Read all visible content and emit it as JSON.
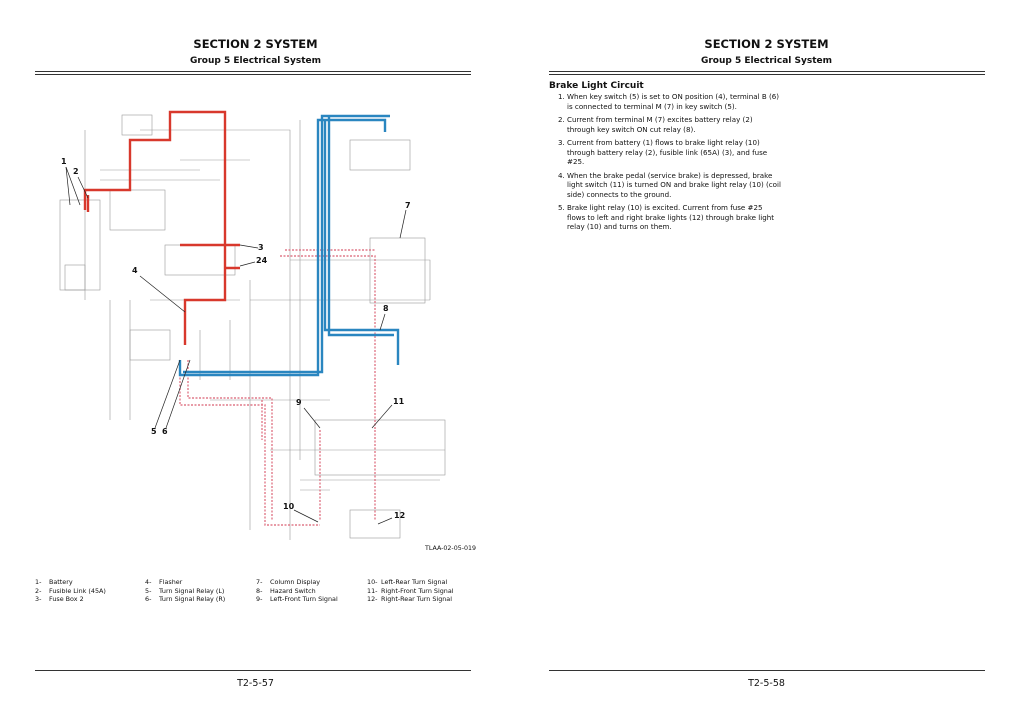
{
  "left_page": {
    "section": "SECTION 2 SYSTEM",
    "group": "Group 5 Electrical System",
    "figure_id": "TLAA-02-05-019",
    "callouts": [
      "1",
      "2",
      "3",
      "24",
      "4",
      "5",
      "6",
      "7",
      "8",
      "9",
      "11",
      "10",
      "12"
    ],
    "legend": [
      {
        "num": "1-",
        "label": "Battery"
      },
      {
        "num": "2-",
        "label": "Fusible Link (45A)"
      },
      {
        "num": "3-",
        "label": "Fuse Box 2"
      },
      {
        "num": "4-",
        "label": "Flasher"
      },
      {
        "num": "5-",
        "label": "Turn Signal Relay (L)"
      },
      {
        "num": "6-",
        "label": "Turn Signal Relay (R)"
      },
      {
        "num": "7-",
        "label": "Column Display"
      },
      {
        "num": "8-",
        "label": "Hazard Switch"
      },
      {
        "num": "9-",
        "label": "Left-Front Turn Signal"
      },
      {
        "num": "10-",
        "label": "Left-Rear Turn Signal"
      },
      {
        "num": "11-",
        "label": "Right-Front Turn Signal"
      },
      {
        "num": "12-",
        "label": "Right-Rear Turn Signal"
      }
    ],
    "page_number": "T2-5-57"
  },
  "right_page": {
    "section": "SECTION 2 SYSTEM",
    "group": "Group 5 Electrical System",
    "heading": "Brake Light Circuit",
    "steps": [
      "When key switch (5) is set to ON position (4), terminal B (6) is connected to terminal M (7) in key switch (5).",
      "Current from terminal M (7) excites battery relay (2) through key switch ON cut relay (8).",
      "Current from battery (1) flows to brake light relay (10) through battery relay (2), fusible link (65A) (3), and fuse #25.",
      "When the brake pedal (service brake) is depressed, brake light switch (11) is turned ON and brake light relay (10) (coil side) connects to the ground.",
      "Brake light relay (10) is excited. Current from fuse #25 flows to left and right brake lights (12) through brake light relay (10) and turns on them."
    ],
    "page_number": "T2-5-58"
  },
  "colors": {
    "red": "#d8382c",
    "blue": "#2a86c0",
    "pink": "#e07a8a",
    "wire": "#888888"
  }
}
